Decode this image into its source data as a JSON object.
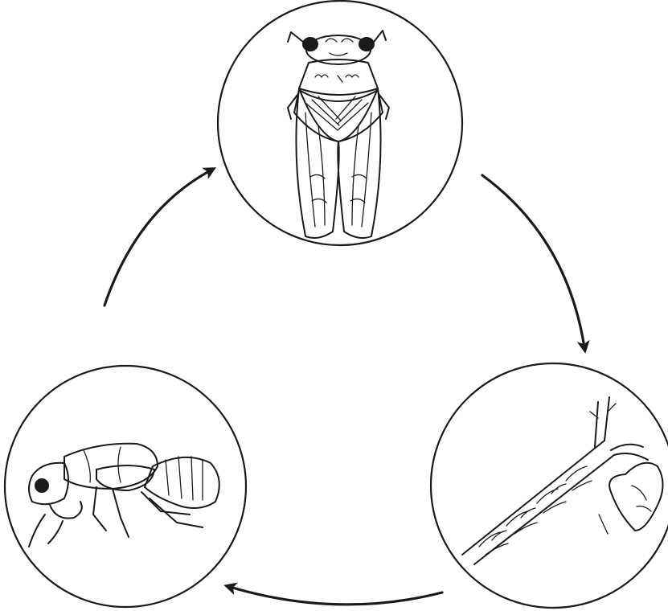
{
  "diagram": {
    "kind": "life-cycle",
    "stages": [
      {
        "id": "adult",
        "icon": "adult-cicada-icon"
      },
      {
        "id": "eggs",
        "icon": "eggs-in-twig-icon"
      },
      {
        "id": "nymph",
        "icon": "nymph-icon"
      }
    ],
    "flow": [
      "adult",
      "eggs",
      "nymph",
      "adult"
    ],
    "ink_color": "#1a1a1a",
    "background": "#ffffff"
  }
}
